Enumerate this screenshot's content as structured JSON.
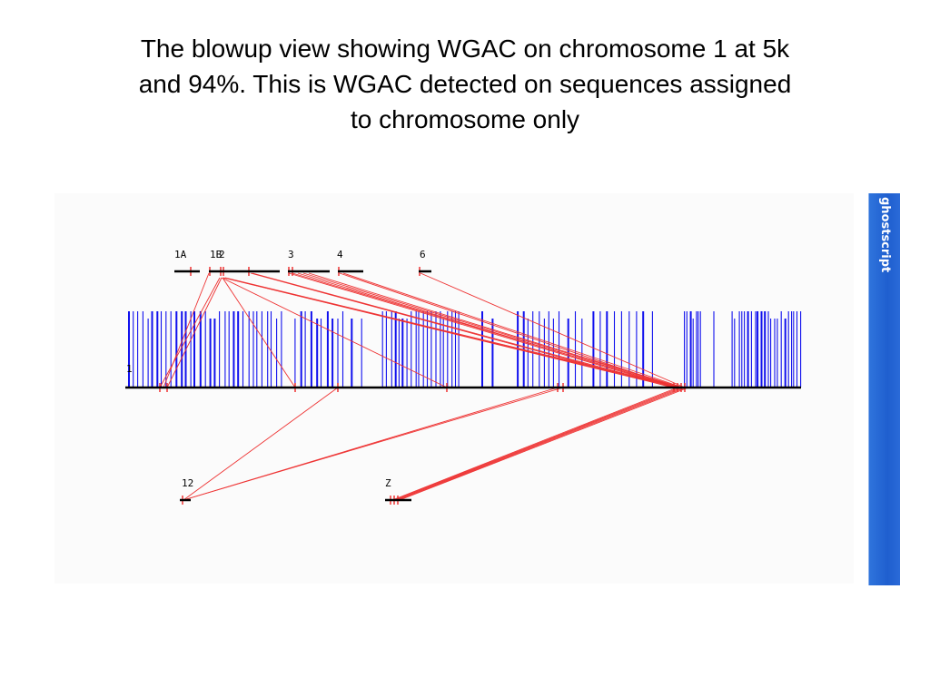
{
  "slide": {
    "title_lines": [
      "The blowup view showing WGAC on chromosome 1 at 5k",
      "and 94%. This is WGAC detected on sequences assigned",
      "to chromosome only"
    ]
  },
  "sidebar": {
    "label": "ghostscript",
    "color": "#2366d6"
  },
  "diagram": {
    "colors": {
      "duplication": "#1010ee",
      "link": "#ee3333",
      "axis": "#000000"
    },
    "contig_labels": [
      "1A",
      "1B",
      "2",
      "3",
      "4",
      "6",
      "12",
      "Z"
    ],
    "chromosome_label": "1"
  }
}
